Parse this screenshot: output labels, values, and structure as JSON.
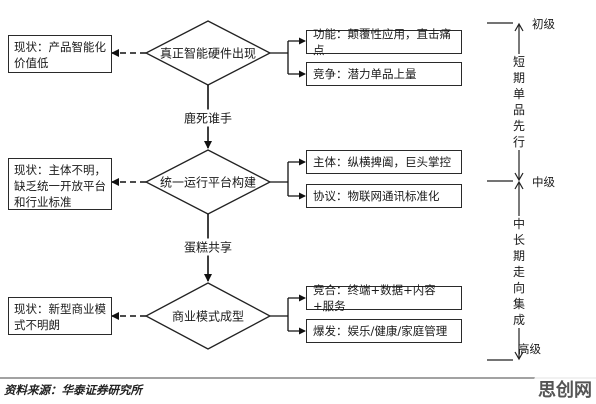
{
  "left_boxes": [
    "现状：产品智能化价值低",
    "现状：主体不明，缺乏统一开放平台和行业标准",
    "现状：新型商业模式不明朗"
  ],
  "diamonds": [
    "真正智能硬件出现",
    "统一运行平台构建",
    "商业模式成型"
  ],
  "edge_labels": [
    "鹿死谁手",
    "蛋糕共享"
  ],
  "right_boxes": [
    "功能：颠覆性应用，直击痛点",
    "竞争：潜力单品上量",
    "主体：纵横捭阖，巨头掌控",
    "协议：物联网通讯标准化",
    "竞合：终端+数据+内容+服务",
    "爆发：娱乐/健康/家庭管理"
  ],
  "levels": [
    "初级",
    "中级",
    "高级"
  ],
  "phases": [
    "短期单品先行",
    "中长期走向集成"
  ],
  "source": "资料来源：华泰证券研究所",
  "watermark": "思创网"
}
